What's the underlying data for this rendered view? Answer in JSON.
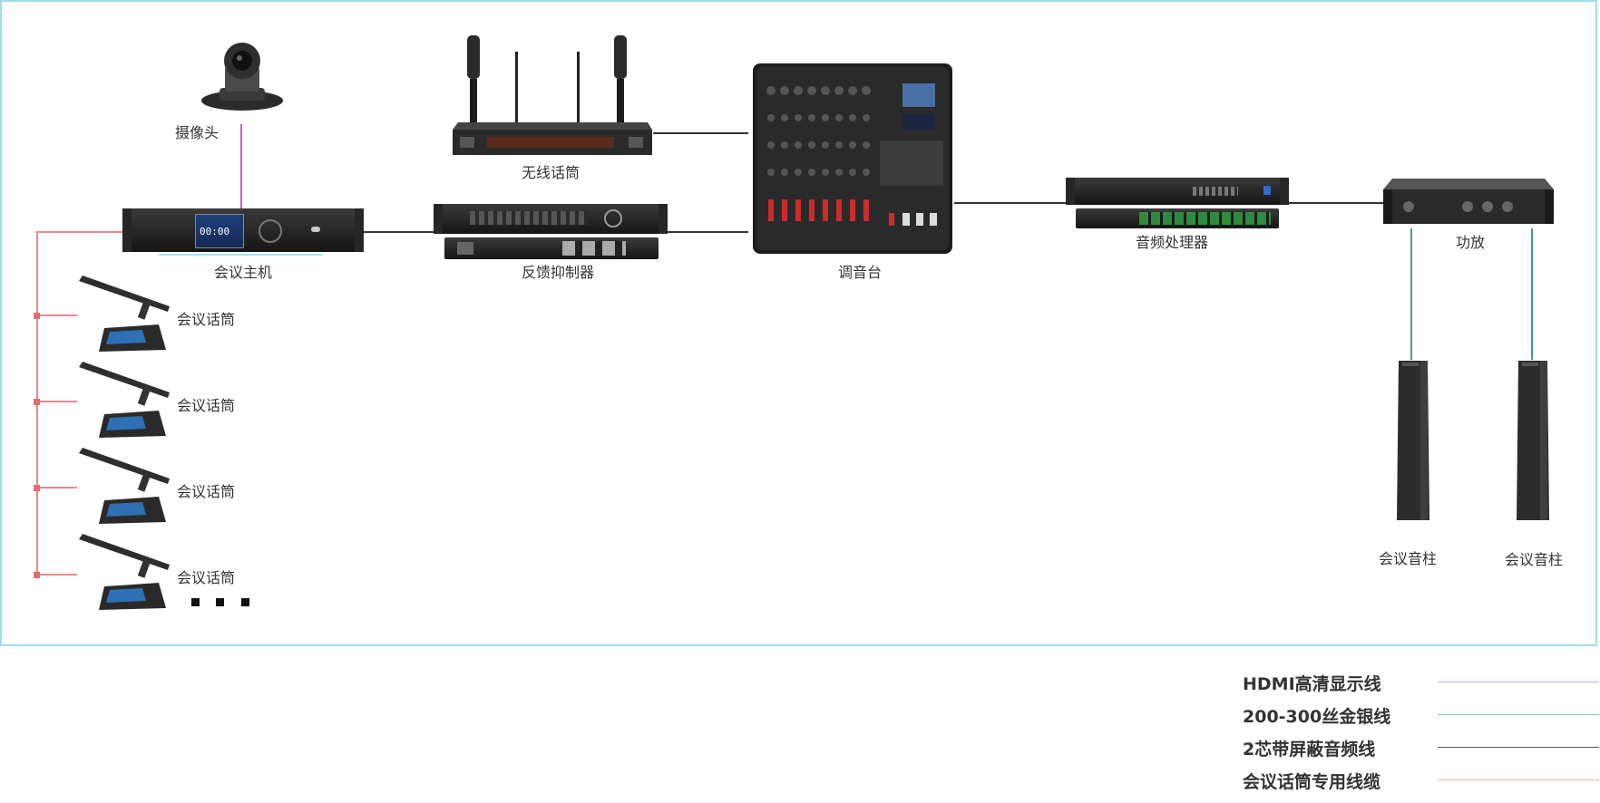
{
  "colors": {
    "frame_border": "#9fdde8",
    "hdmi": "#c65ec9",
    "silver_cable": "#3ba476",
    "audio_cable": "#333333",
    "mic_cable": "#e98a8f"
  },
  "devices": {
    "camera": "摄像头",
    "wireless_mic": "无线话筒",
    "host": "会议主机",
    "feedback_suppressor": "反馈抑制器",
    "mixer": "调音台",
    "audio_processor": "音频处理器",
    "amplifier": "功放",
    "speaker_1": "会议音柱",
    "speaker_2": "会议音柱",
    "conf_mics": [
      "会议话筒",
      "会议话筒",
      "会议话筒",
      "会议话筒"
    ]
  },
  "legend": [
    {
      "label": "HDMI高清显示线",
      "color": "#d9a6e0"
    },
    {
      "label": "200-300丝金银线",
      "color": "#7fc8a8"
    },
    {
      "label": "2芯带屏蔽音频线",
      "color": "#555555"
    },
    {
      "label": "会议话筒专用线缆",
      "color": "#efb0b4"
    }
  ]
}
